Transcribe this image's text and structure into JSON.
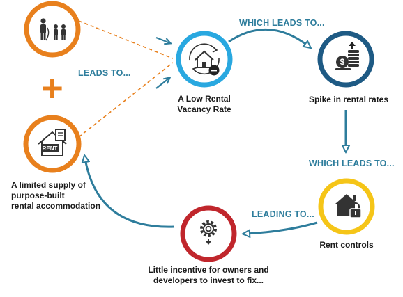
{
  "nodes": {
    "population": {
      "label": "",
      "icon": "family-people-icon",
      "ring_color": "#e8801d"
    },
    "supply": {
      "label": "A limited supply of\npurpose-built\nrental accommodation",
      "icon": "rent-house-icon",
      "ring_color": "#e8801d"
    },
    "vacancy": {
      "label": "A Low Rental\nVacancy Rate",
      "icon": "house-minus-icon",
      "ring_color": "#29a8e0"
    },
    "spike": {
      "label": "Spike in rental rates",
      "icon": "money-stack-icon",
      "ring_color": "#1e5a84"
    },
    "controls": {
      "label": "Rent controls",
      "icon": "house-lock-icon",
      "ring_color": "#f5c518"
    },
    "incentive": {
      "label": "Little incentive for owners and\ndevelopers to invest to fix...",
      "icon": "gear-down-icon",
      "ring_color": "#c0262c"
    }
  },
  "plus_symbol": "+",
  "connectors": {
    "leads_to": "LEADS TO...",
    "which_leads_to_1": "WHICH LEADS TO...",
    "which_leads_to_2": "WHICH LEADS TO...",
    "leading_to": "LEADING TO..."
  },
  "colors": {
    "orange": "#e8801d",
    "light_blue": "#29a8e0",
    "navy": "#1e5a84",
    "yellow": "#f5c518",
    "red": "#c0262c",
    "arrow_teal": "#2e7d9c",
    "icon_dark": "#333333"
  }
}
